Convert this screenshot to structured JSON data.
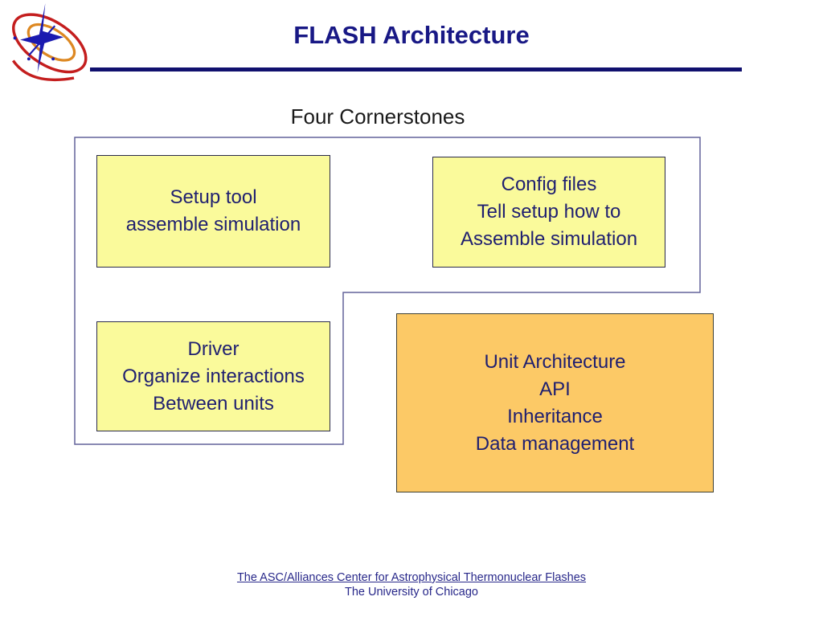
{
  "slide": {
    "title": "FLASH Architecture",
    "section_heading": "Four Cornerstones",
    "footer": {
      "link": "The ASC/Alliances Center for Astrophysical Thermonuclear Flashes",
      "org": "The University of Chicago"
    }
  },
  "colors": {
    "title_navy": "#181885",
    "rule_navy": "#10106e",
    "box_text_navy": "#1f1f70",
    "yellow_fill": "#fafa9b",
    "orange_fill": "#fcc966",
    "outline_slate": "#62629a",
    "footer_navy": "#28288a",
    "logo_red": "#c41e1e",
    "logo_orange": "#dd8822",
    "logo_blue": "#1a1ab0"
  },
  "icons": {
    "logo": "flash-center-spiral-star-logo"
  },
  "diagram": {
    "boxes": [
      {
        "name": "setup-tool",
        "lines": [
          "Setup tool",
          "assemble simulation"
        ]
      },
      {
        "name": "config-files",
        "lines": [
          "Config files",
          "Tell setup how to",
          "Assemble simulation"
        ]
      },
      {
        "name": "driver",
        "lines": [
          "Driver",
          "Organize interactions",
          "Between units"
        ]
      },
      {
        "name": "unit-architecture",
        "lines": [
          "Unit Architecture",
          "API",
          "Inheritance",
          "Data management"
        ]
      }
    ]
  }
}
